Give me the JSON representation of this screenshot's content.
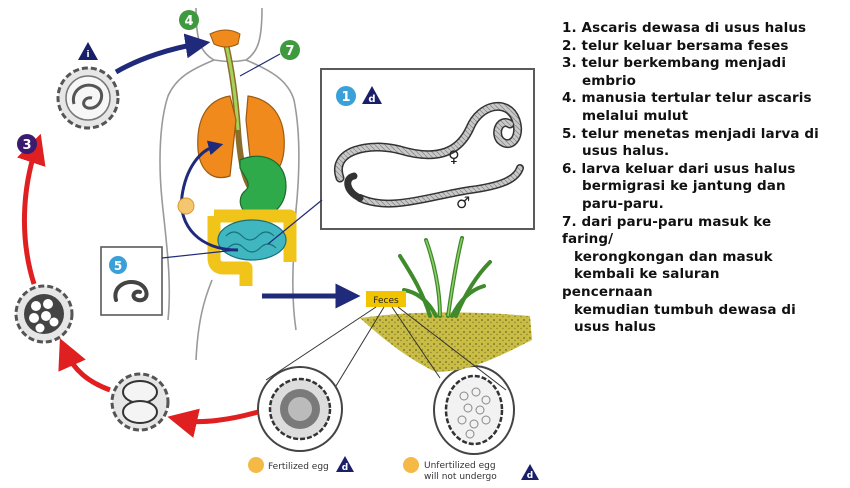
{
  "legend": {
    "lines": [
      {
        "text": "1. Ascaris dewasa di usus halus",
        "style": "first"
      },
      {
        "text": "2. telur keluar bersama feses",
        "style": "first"
      },
      {
        "text": "3. telur berkembang menjadi",
        "style": "first"
      },
      {
        "text": "embrio",
        "style": "cont"
      },
      {
        "text": "4. manusia tertular telur ascaris",
        "style": "first"
      },
      {
        "text": "melalui mulut",
        "style": "cont"
      },
      {
        "text": "5. telur menetas menjadi larva di",
        "style": "first"
      },
      {
        "text": "usus halus.",
        "style": "cont"
      },
      {
        "text": "6. larva keluar dari usus halus",
        "style": "first"
      },
      {
        "text": "bermigrasi ke jantung dan",
        "style": "cont"
      },
      {
        "text": "paru-paru.",
        "style": "cont"
      },
      {
        "text": "7. dari paru-paru masuk ke",
        "style": "first"
      },
      {
        "text": "faring/",
        "style": "flush"
      },
      {
        "text": "kerongkongan dan masuk",
        "style": "ind"
      },
      {
        "text": "kembali ke saluran",
        "style": "ind"
      },
      {
        "text": "pencernaan",
        "style": "flush"
      },
      {
        "text": "kemudian tumbuh dewasa di",
        "style": "ind"
      },
      {
        "text": "usus halus",
        "style": "ind"
      }
    ]
  },
  "diagram": {
    "feses_label": "Feces",
    "fertilized_label": "Fertilized egg",
    "unfertilized_label_1": "Unfertilized egg",
    "unfertilized_label_2": "will not undergo",
    "female_symbol": "♀",
    "male_symbol": "♂",
    "markers": {
      "m1": "1",
      "m3": "3",
      "m4": "4",
      "m5": "5",
      "m7": "7",
      "diag_i": "i",
      "diag_d": "d"
    }
  },
  "colors": {
    "red_arrow": "#e02020",
    "blue_arrow": "#1f2a7a",
    "lung": "#f08a1c",
    "stomach": "#2faa4a",
    "small_intestine": "#3fb6c0",
    "large_intestine": "#f0c419",
    "marker_green": "#3f9a3f",
    "marker_navy": "#1a1f6a",
    "marker_purple": "#3a1b6e",
    "marker_blue": "#3aa0d8",
    "marker_orange": "#f5b945"
  }
}
